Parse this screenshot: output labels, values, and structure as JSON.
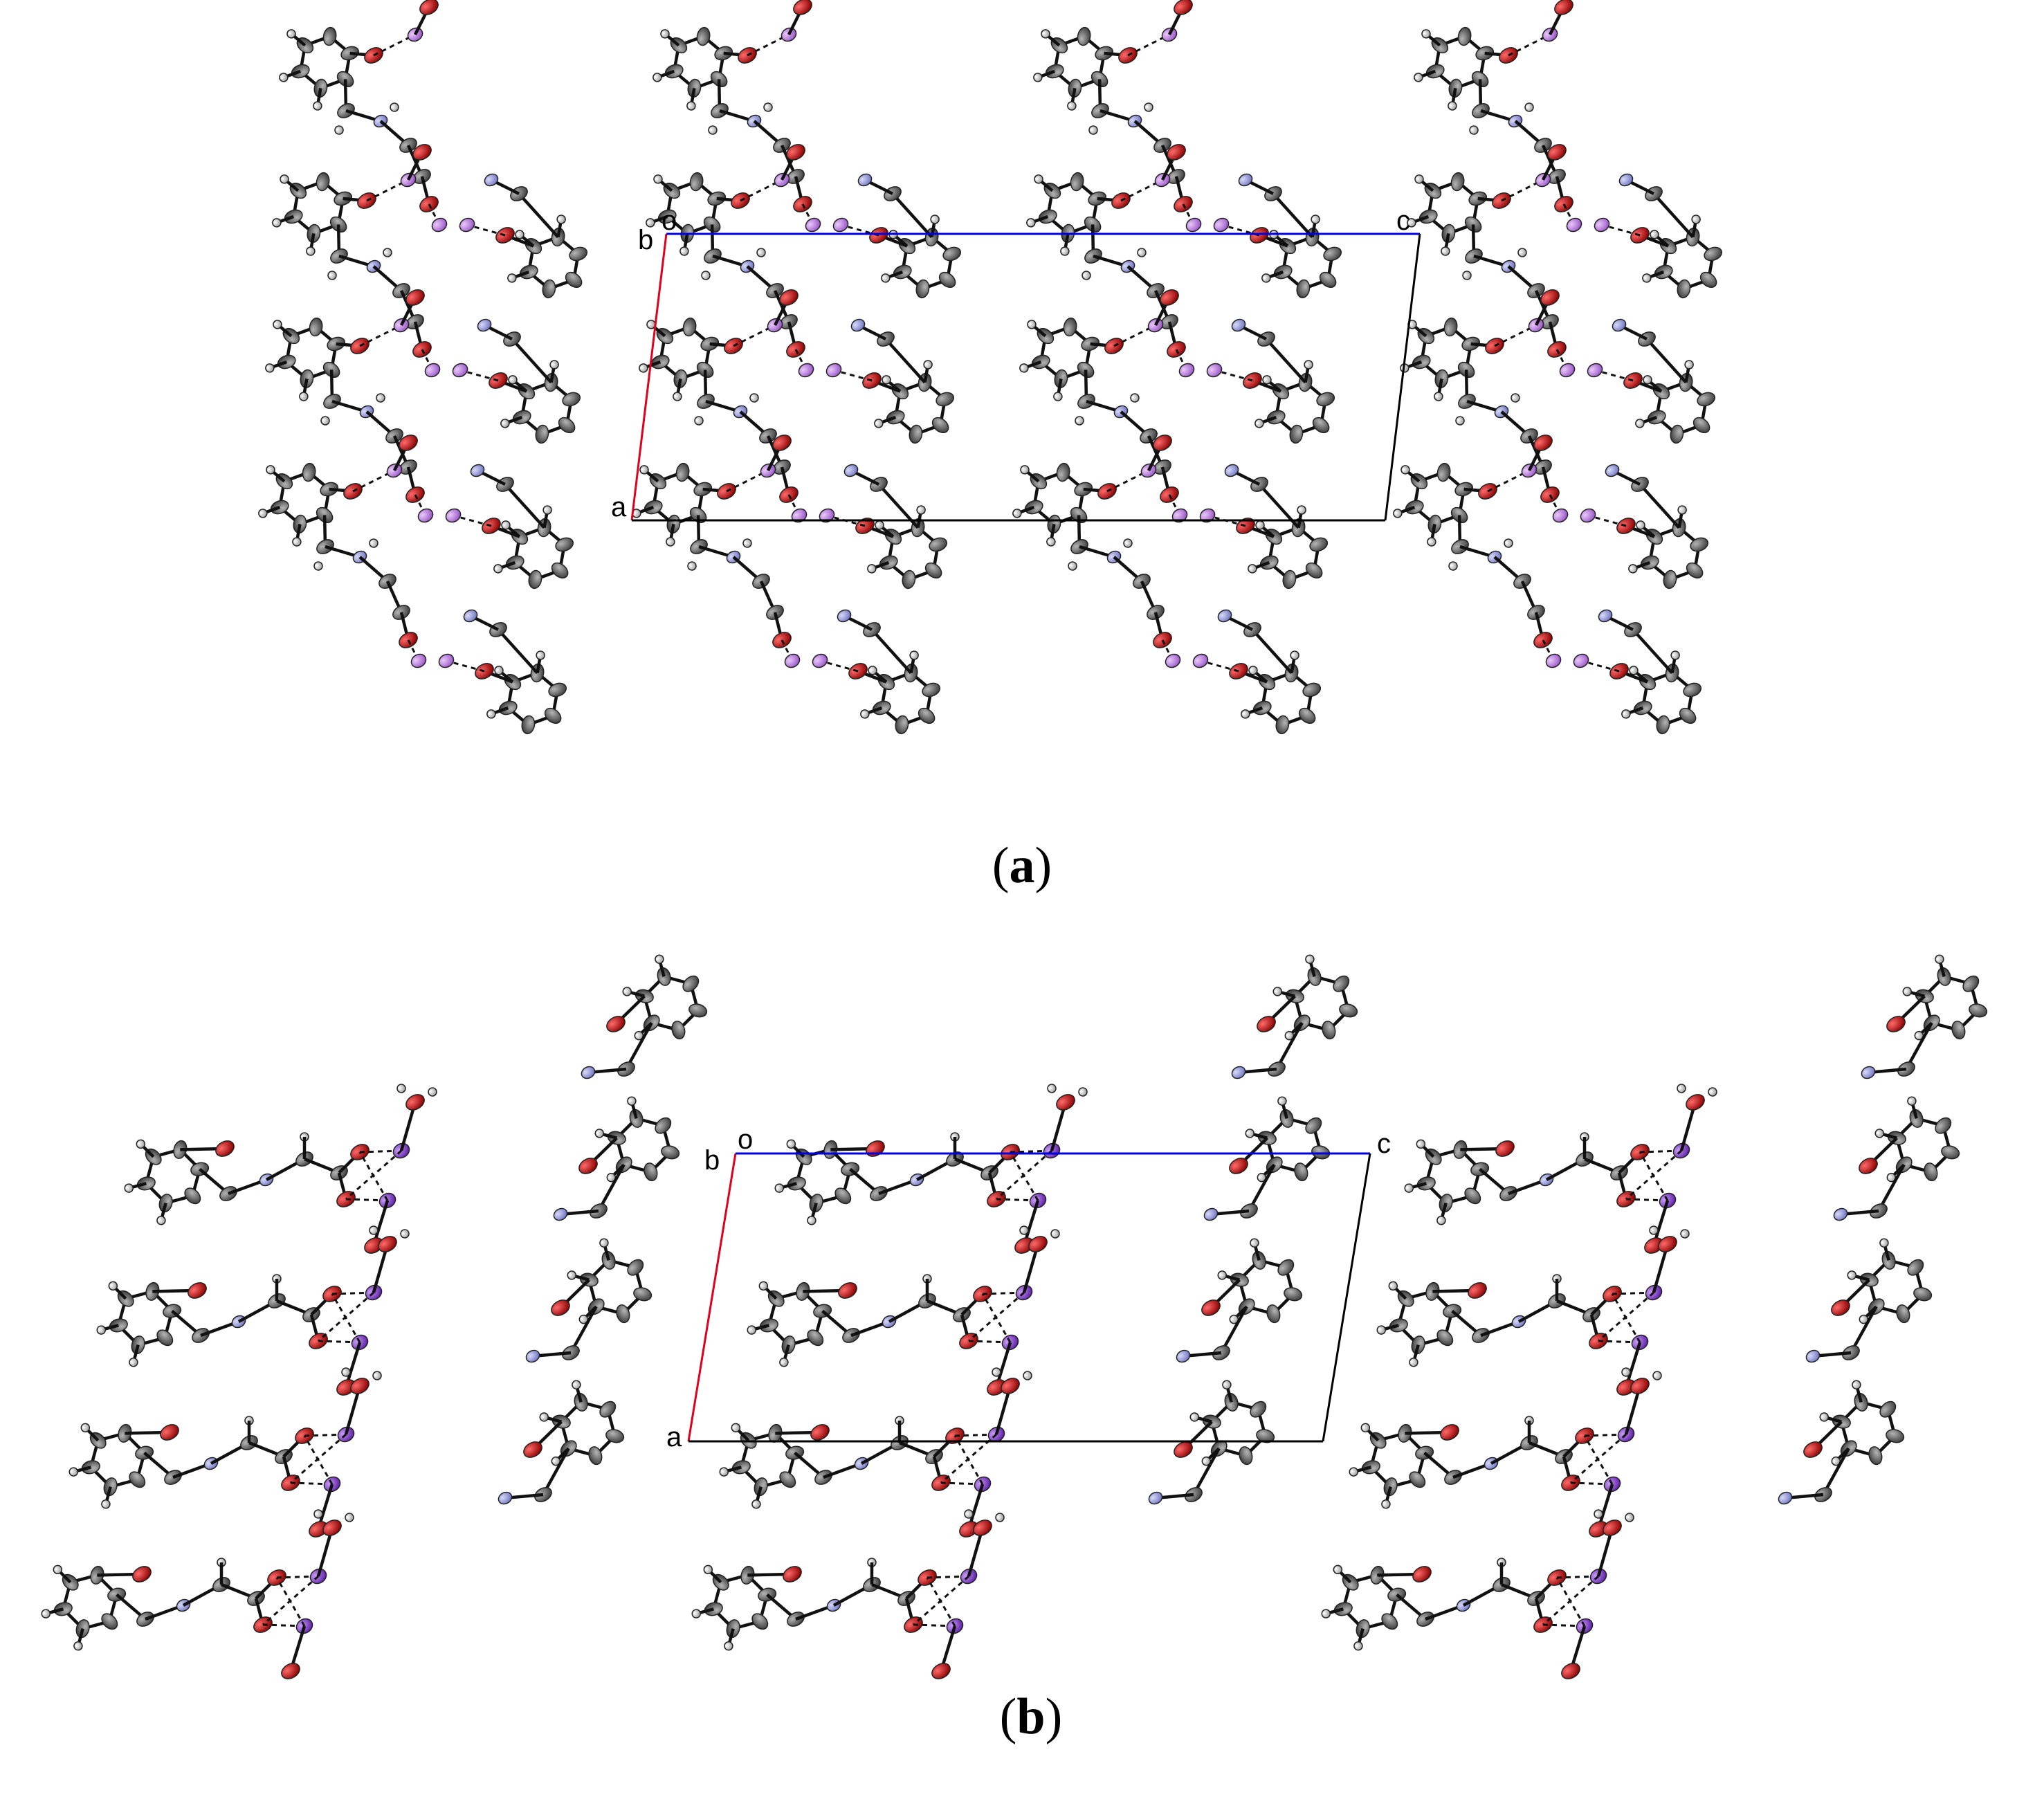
{
  "panels": [
    {
      "id": "a",
      "caption": {
        "open": "(",
        "letter": "a",
        "close": ")"
      },
      "axes": {
        "origin": "o",
        "a": "a",
        "b": "b",
        "c": "c"
      },
      "colors": {
        "a_axis": "#e0001b",
        "c_axis": "#0000e0",
        "cell_edge": "#000000"
      }
    },
    {
      "id": "b",
      "caption": {
        "open": "(",
        "letter": "b",
        "close": ")"
      },
      "axes": {
        "origin": "o",
        "a": "a",
        "b": "b",
        "c": "c"
      },
      "colors": {
        "a_axis": "#e0001b",
        "c_axis": "#0000e0",
        "cell_edge": "#000000"
      }
    }
  ],
  "atom_colors": {
    "carbon": "#5a5a5a",
    "oxygen": "#c00000",
    "nitrogen": "#8a8fd8",
    "boron": "#b36fd8",
    "metal": "#8a3fd0",
    "hydrogen": "#e6e6e6"
  }
}
